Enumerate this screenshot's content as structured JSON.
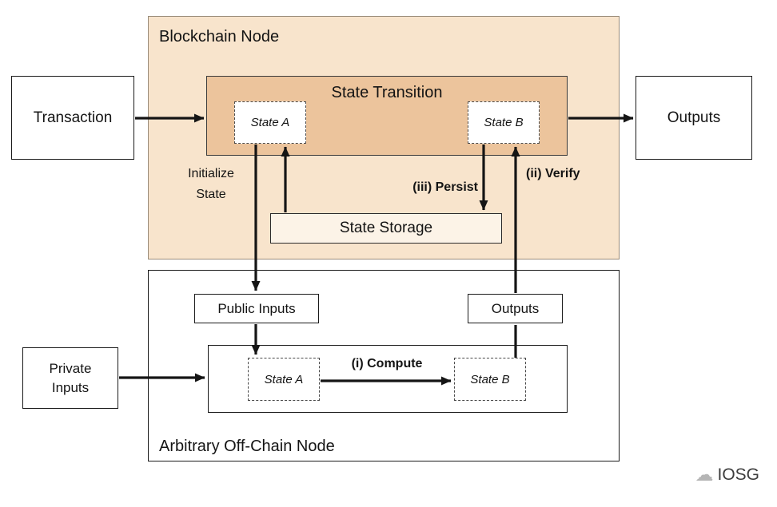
{
  "blockchain_node": {
    "title": "Blockchain Node",
    "state_transition": {
      "title": "State Transition",
      "state_a": "State A",
      "state_b": "State B"
    },
    "state_storage_label": "State Storage",
    "initialize_state_label": "Initialize State",
    "persist_label": "(iii) Persist",
    "verify_label": "(ii) Verify"
  },
  "offchain_node": {
    "title": "Arbitrary Off-Chain Node",
    "public_inputs_label": "Public Inputs",
    "outputs_label": "Outputs",
    "compute": {
      "state_a": "State A",
      "state_b": "State B",
      "label": "(i) Compute"
    }
  },
  "io_boxes": {
    "transaction": "Transaction",
    "outputs": "Outputs",
    "private_inputs": "Private Inputs"
  },
  "footer": {
    "logo_text": "IOSG",
    "cloud_icon": "☁"
  },
  "colors": {
    "node_fill": "#f8e4cc",
    "transition_fill": "#ecc49c",
    "storage_fill": "#fcf3e7",
    "arrow": "#151515"
  }
}
